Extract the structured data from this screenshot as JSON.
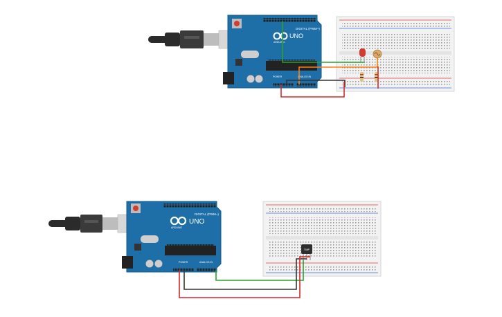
{
  "circuits": [
    {
      "id": "ldr-led",
      "board": {
        "uno_label": "UNO",
        "brand_label": "ARDUINO",
        "digital_label": "DIGITAL (PWM~)",
        "power_label": "POWER",
        "analog_label": "ANALOG IN"
      },
      "components": [
        "usb-cable",
        "arduino-uno",
        "breadboard",
        "red-led",
        "photoresistor",
        "resistor",
        "resistor"
      ],
      "wires": [
        {
          "color": "#2ca02c",
          "from": "digital-pin",
          "to": "led"
        },
        {
          "color": "#ff7f0e",
          "from": "analog-pin",
          "to": "photoresistor"
        },
        {
          "color": "#333333",
          "from": "gnd",
          "to": "breadboard-ground-rail"
        },
        {
          "color": "#d62728",
          "from": "5v",
          "to": "breadboard-power-rail"
        }
      ]
    },
    {
      "id": "tmp-sensor",
      "board": {
        "uno_label": "UNO",
        "brand_label": "ARDUINO",
        "digital_label": "DIGITAL (PWM~)",
        "power_label": "POWER",
        "analog_label": "ANALOG IN"
      },
      "sensor_label": "TMP",
      "components": [
        "usb-cable",
        "arduino-uno",
        "breadboard",
        "temperature-sensor"
      ],
      "wires": [
        {
          "color": "#2ca02c",
          "from": "analog-pin",
          "to": "sensor-output"
        },
        {
          "color": "#333333",
          "from": "gnd",
          "to": "sensor-gnd"
        },
        {
          "color": "#d62728",
          "from": "5v",
          "to": "sensor-vcc"
        }
      ]
    }
  ],
  "colors": {
    "board": "#1e6fa8",
    "board_edge": "#155a8a",
    "breadboard": "#f2f2f2",
    "rail_red": "#e03a3a",
    "rail_blue": "#3a6fd6"
  }
}
